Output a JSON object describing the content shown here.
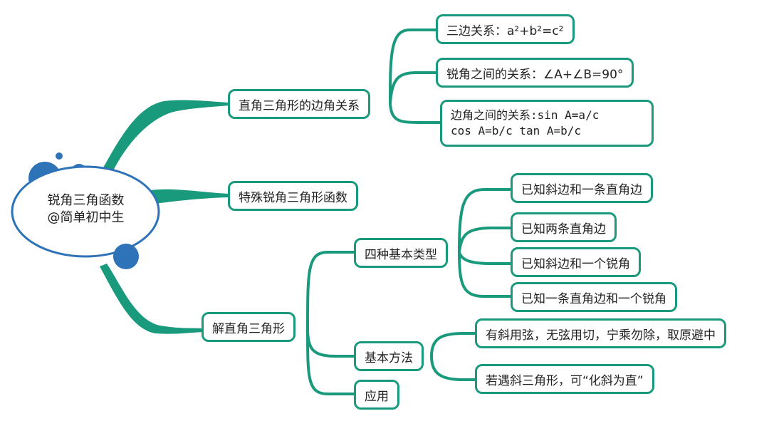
{
  "colors": {
    "branch": "#1a9a7c",
    "root_border": "#2e73b8",
    "bubble": "#2e73b8"
  },
  "root": {
    "title": "锐角三角函数",
    "author": "@简单初中生"
  },
  "branches": [
    {
      "label": "直角三角形的边角关系",
      "children": [
        {
          "label": "三边关系：a²+b²=c²"
        },
        {
          "label": "锐角之间的关系：∠A+∠B=90°"
        },
        {
          "label_line1": "边角之间的关系:sin A=a/c",
          "label_line2": "cos A=b/c tan A=b/c"
        }
      ]
    },
    {
      "label": "特殊锐角三角形函数"
    },
    {
      "label": "解直角三角形",
      "children": [
        {
          "label": "四种基本类型",
          "children": [
            {
              "label": "已知斜边和一条直角边"
            },
            {
              "label": "已知两条直角边"
            },
            {
              "label": "已知斜边和一个锐角"
            },
            {
              "label": "已知一条直角边和一个锐角"
            }
          ]
        },
        {
          "label": "基本方法",
          "children": [
            {
              "label": "有斜用弦，无弦用切，宁乘勿除，取原避中"
            },
            {
              "label": "若遇斜三角形，可“化斜为直”"
            }
          ]
        },
        {
          "label": "应用"
        }
      ]
    }
  ]
}
